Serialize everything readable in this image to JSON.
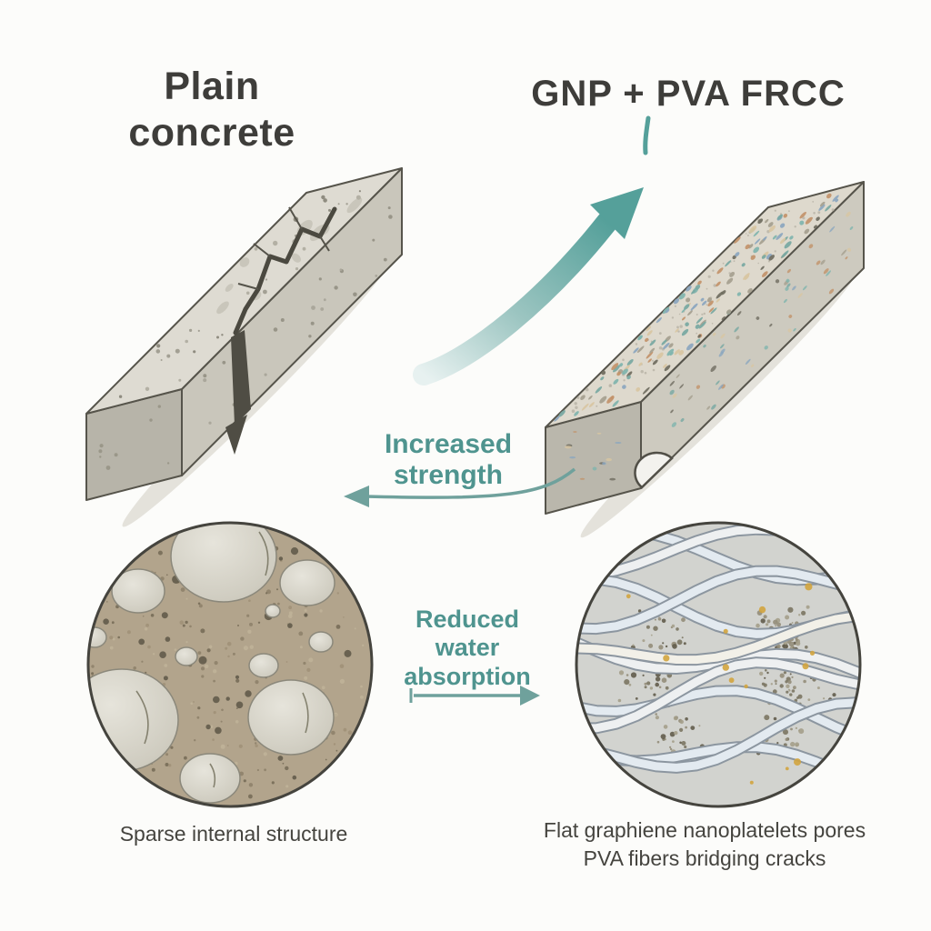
{
  "page": {
    "background": "#fcfcfa"
  },
  "colors": {
    "accent_teal": "#4f948f",
    "arrow_teal": "#55a09a",
    "title_text": "#3e3d3a",
    "caption_text": "#45443f",
    "concrete_top": "#dedbd2",
    "concrete_side": "#c9c6bb",
    "crack": "#4b4940"
  },
  "left_panel": {
    "title_line1": "Plain",
    "title_line2": "concrete",
    "caption": "Sparse internal structure"
  },
  "right_panel": {
    "title": "GNP + PVA FRCC",
    "caption_line1": "Flat graphiene nanoplatelets pores",
    "caption_line2": "PVA fibers bridging cracks"
  },
  "annotations": {
    "increased_line1": "Increased",
    "increased_line2": "strength",
    "reduced_line1": "Reduced",
    "reduced_line2": "water",
    "reduced_line3": "absorption"
  }
}
